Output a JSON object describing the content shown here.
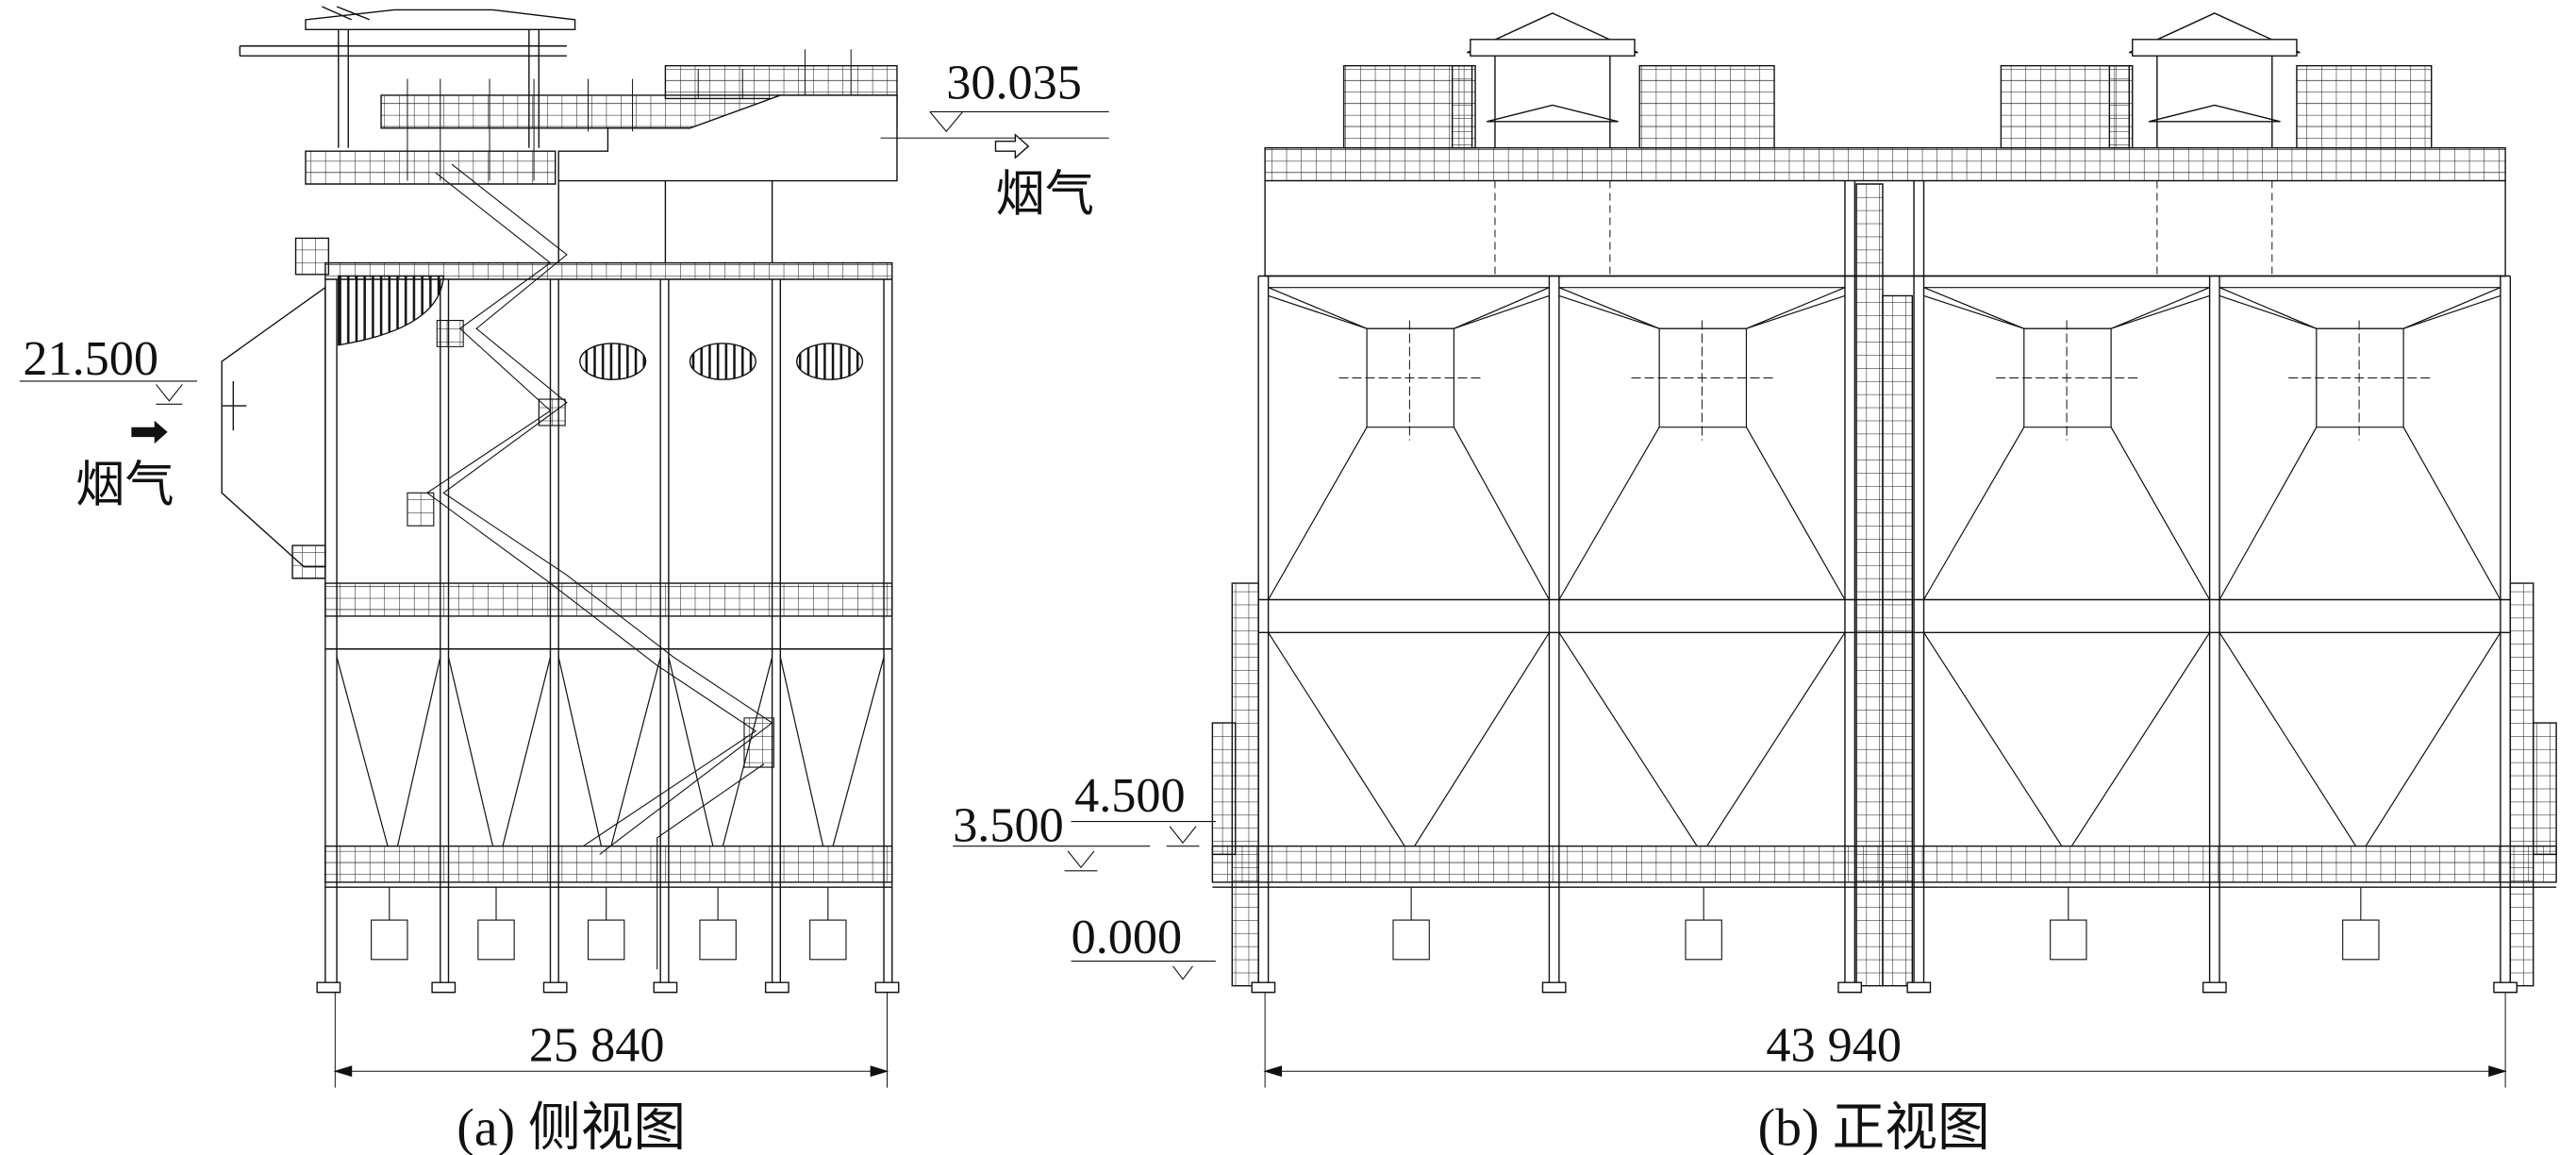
{
  "side_view": {
    "caption": "(a) 侧视图",
    "width_dimension": "25 840",
    "elevation_inlet": "21.500",
    "elevation_outlet": "30.035",
    "inlet_label": "烟气",
    "outlet_label": "烟气"
  },
  "front_view": {
    "caption": "(b) 正视图",
    "width_dimension": "43 940",
    "elevation_platform_upper": "4.500",
    "elevation_platform_lower": "3.500",
    "elevation_ground": "0.000"
  },
  "colors": {
    "line": "#111111",
    "background": "#ffffff"
  }
}
